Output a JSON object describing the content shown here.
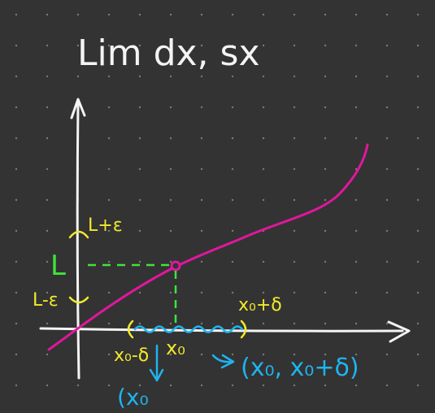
{
  "canvas": {
    "background": "#333333",
    "dot_color": "#7a7a7a"
  },
  "colors": {
    "white": "#f4f4f4",
    "magenta": "#e0179c",
    "yellow": "#f2ea2c",
    "green": "#3fe43a",
    "cyan": "#1fb4f0"
  },
  "title": "Lim dx, sx",
  "labels": {
    "L_plus_eps": "L+ε",
    "L": "L",
    "L_minus_eps": "L-ε",
    "x0_plus_delta": "x₀+δ",
    "x0_minus_delta": "x₀-δ",
    "x0": "x₀",
    "right_interval": "(x₀, x₀+δ)",
    "left_limit": "(x₀"
  }
}
